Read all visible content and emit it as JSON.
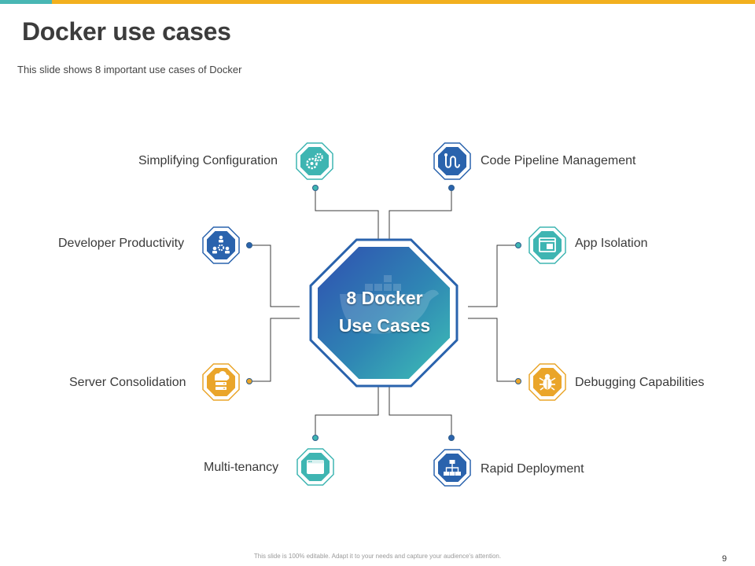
{
  "slide": {
    "title": "Docker use cases",
    "subtitle": "This slide shows 8 important  use cases of Docker",
    "footer": "This slide is 100% editable. Adapt it to your needs and capture your audience's attention.",
    "page_number": "9"
  },
  "center": {
    "line1": "8 Docker",
    "line2": "Use Cases"
  },
  "use_cases": [
    {
      "label": "Simplifying Configuration",
      "icon": "gears-icon",
      "color": "#3eb5b2"
    },
    {
      "label": "Code Pipeline Management",
      "icon": "pipeline-icon",
      "color": "#2a63ad"
    },
    {
      "label": "Developer Productivity",
      "icon": "team-gear-icon",
      "color": "#2a63ad"
    },
    {
      "label": "App Isolation",
      "icon": "window-icon",
      "color": "#3eb5b2"
    },
    {
      "label": "Server Consolidation",
      "icon": "server-cloud-icon",
      "color": "#eaa52a"
    },
    {
      "label": "Debugging Capabilities",
      "icon": "bug-icon",
      "color": "#eaa52a"
    },
    {
      "label": "Multi-tenancy",
      "icon": "browser-icon",
      "color": "#3eb5b2"
    },
    {
      "label": "Rapid Deployment",
      "icon": "network-icon",
      "color": "#2a63ad"
    }
  ],
  "colors": {
    "teal": "#3eb5b2",
    "blue": "#2a63ad",
    "orange": "#eaa52a",
    "accent_bar": "#f2b01e"
  }
}
